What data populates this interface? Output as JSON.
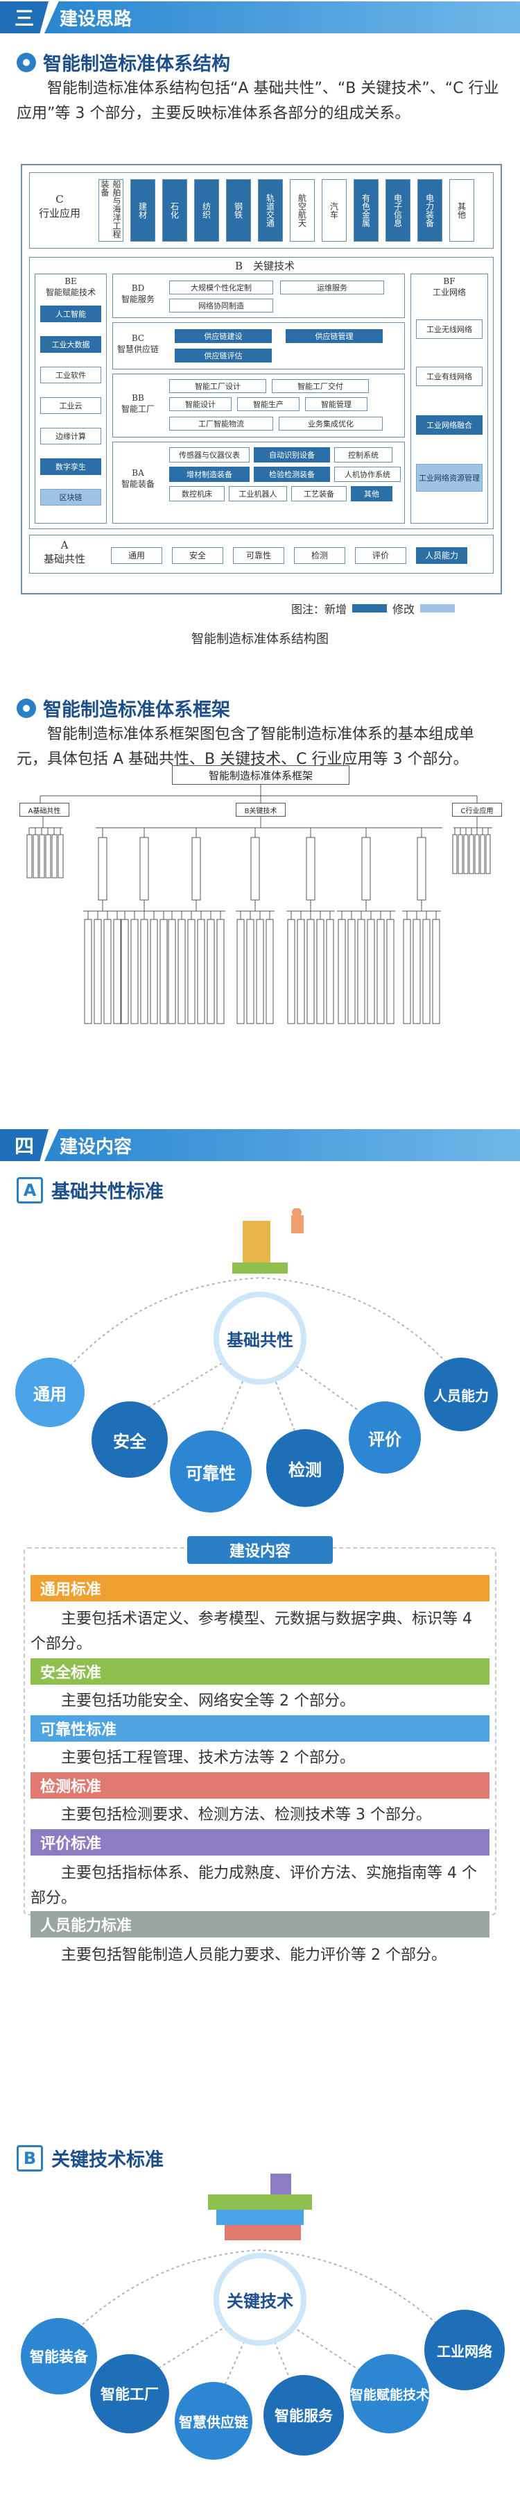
{
  "section3": {
    "num": "三",
    "title": "建设思路",
    "structure": {
      "title": "智能制造标准体系结构",
      "text": "智能制造标准体系结构包括“A 基础共性”、“B 关键技术”、“C 行业应用”等 3 个部分，主要反映标准体系各部分的组成关系。",
      "diagram": {
        "c_label": "C\n行业应用",
        "c_items": [
          "船舶与海洋工程装备",
          "建材",
          "石化",
          "纺织",
          "钢铁",
          "轨道交通",
          "航空航天",
          "汽车",
          "有色金属",
          "电子信息",
          "电力装备",
          "其他"
        ],
        "b_label": "B　关键技术",
        "be_label": "BE\n智能赋能技术",
        "be_items": [
          "人工智能",
          "工业大数据",
          "工业软件",
          "工业云",
          "边缘计算",
          "数字孪生",
          "区块链"
        ],
        "bd_label": "BD\n智能服务",
        "bd_items": [
          "大规模个性化定制",
          "运维服务",
          "网络协同制造"
        ],
        "bc_label": "BC\n智慧供应链",
        "bc_items": [
          "供应链建设",
          "供应链管理",
          "供应链评估"
        ],
        "bb_label": "BB\n智能工厂",
        "bb_items": [
          "智能工厂设计",
          "智能工厂交付",
          "智能设计",
          "智能生产",
          "智能管理",
          "工厂智能物流",
          "业务集成优化"
        ],
        "ba_label": "BA\n智能装备",
        "ba_items": [
          "传感器与仪器仪表",
          "自动识别设备",
          "控制系统",
          "增材制造装备",
          "检验检测装备",
          "人机协作系统",
          "数控机床",
          "工业机器人",
          "工艺装备",
          "其他"
        ],
        "bf_label": "BF\n工业网络",
        "bf_items": [
          "工业无线网络",
          "工业有线网络",
          "工业网络融合",
          "工业网络资源管理"
        ],
        "a_label": "A\n基础共性",
        "a_items": [
          "通用",
          "安全",
          "可靠性",
          "检测",
          "评价",
          "人员能力"
        ],
        "legend_prefix": "图注：新增",
        "legend_mod": "修改"
      },
      "caption": "智能制造标准体系结构图"
    },
    "framework": {
      "title": "智能制造标准体系框架",
      "text": "智能制造标准体系框架图包含了智能制造标准体系的基本组成单元，具体包括 A 基础共性、B 关键技术、C 行业应用等 3 个部分。",
      "diagram_title": "智能制造标准体系框架",
      "a": "A基础共性",
      "b": "B关键技术",
      "c": "C行业应用"
    }
  },
  "section4": {
    "num": "四",
    "title": "建设内容",
    "a": {
      "letter": "A",
      "title": "基础共性标准",
      "center": "基础共性",
      "nodes": [
        "通用",
        "安全",
        "可靠性",
        "检测",
        "评价",
        "人员能力"
      ],
      "panel_title": "建设内容",
      "items": [
        {
          "head": "通用标准",
          "text": "主要包括术语定义、参考模型、元数据与数据字典、标识等 4 个部分。",
          "color": "#f0a030"
        },
        {
          "head": "安全标准",
          "text": "主要包括功能安全、网络安全等 2 个部分。",
          "color": "#8fbf4f"
        },
        {
          "head": "可靠性标准",
          "text": "主要包括工程管理、技术方法等 2 个部分。",
          "color": "#4fa3e0"
        },
        {
          "head": "检测标准",
          "text": "主要包括检测要求、检测方法、检测技术等 3 个部分。",
          "color": "#e07a70"
        },
        {
          "head": "评价标准",
          "text": "主要包括指标体系、能力成熟度、评价方法、实施指南等 4 个部分。",
          "color": "#8e7cc3"
        },
        {
          "head": "人员能力标准",
          "text": "主要包括智能制造人员能力要求、能力评价等 2 个部分。",
          "color": "#9aa7a0"
        }
      ]
    },
    "b": {
      "letter": "B",
      "title": "关键技术标准",
      "center": "关键技术",
      "nodes": [
        "智能装备",
        "智能工厂",
        "智慧供应链",
        "智能服务",
        "智能赋能技术",
        "工业网络"
      ]
    }
  }
}
